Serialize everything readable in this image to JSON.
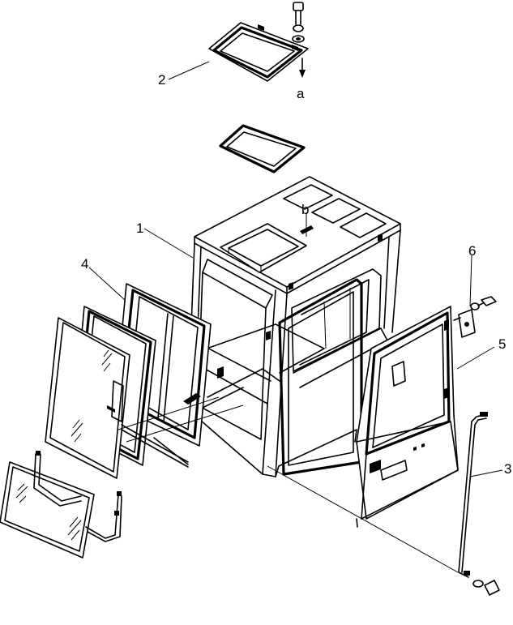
{
  "labels": {
    "part_1": "1",
    "part_2": "2",
    "part_3": "3",
    "part_4": "4",
    "part_5": "5",
    "part_6": "6",
    "ref_a": "a",
    "ref_b": "b"
  }
}
